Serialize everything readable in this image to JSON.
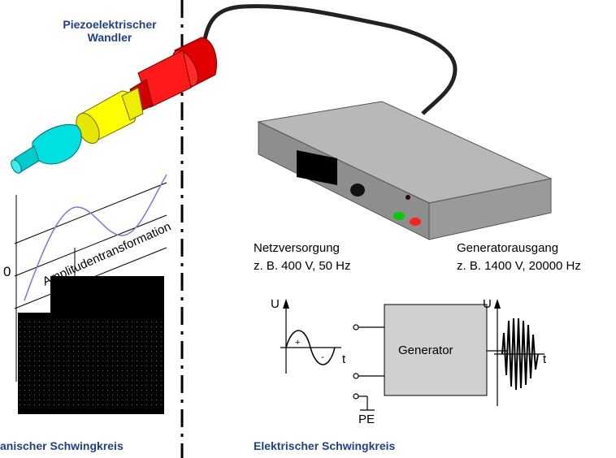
{
  "transducer_label_line1": "Piezoelektrischer",
  "transducer_label_line2": "Wandler",
  "mains_label": "Netzversorgung",
  "mains_value": "z. B. 400 V, 50 Hz",
  "output_label": "Generatorausgang",
  "output_value": "z. B. 1400 V, 20000 Hz",
  "generator_label": "Generator",
  "pe_label": "PE",
  "u_label_left": "U",
  "u_label_right": "U",
  "t_label_left": "t",
  "t_label_right": "t",
  "plus_sign": "+",
  "minus_sign": "-",
  "curve_label": "Amplitudentransformation",
  "curve_zero": "0",
  "mech_caption": "anischer Schwingkreis",
  "elec_caption": "Elektrischer Schwingkreis",
  "colors": {
    "caption_blue": "#1f3f8f",
    "transducer_red": "#ff0000",
    "booster_yellow": "#ffff00",
    "sonotrode_cyan": "#00e5e5",
    "device_gray": "#a0a0a0",
    "led_green": "#00cc00",
    "led_red": "#ff2020"
  }
}
